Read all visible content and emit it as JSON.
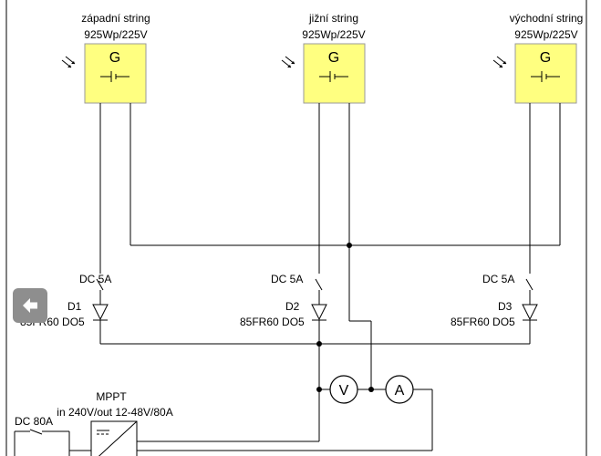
{
  "panels": [
    {
      "name": "západní string",
      "rating": "925Wp/225V",
      "symbol": "G"
    },
    {
      "name": "jižní string",
      "rating": "925Wp/225V",
      "symbol": "G"
    },
    {
      "name": "východní string",
      "rating": "925Wp/225V",
      "symbol": "G"
    }
  ],
  "fuses": [
    "DC 5A",
    "DC 5A",
    "DC 5A"
  ],
  "diodes": [
    {
      "ref": "D1",
      "part": "85FR60 DO5"
    },
    {
      "ref": "D2",
      "part": "85FR60 DO5"
    },
    {
      "ref": "D3",
      "part": "85FR60 DO5"
    }
  ],
  "meters": {
    "voltmeter": "V",
    "ammeter": "A"
  },
  "mppt": {
    "title": "MPPT",
    "spec": "in 240V/out 12-48V/80A"
  },
  "main_fuse": "DC 80A",
  "back_icon": "back-arrow-icon"
}
